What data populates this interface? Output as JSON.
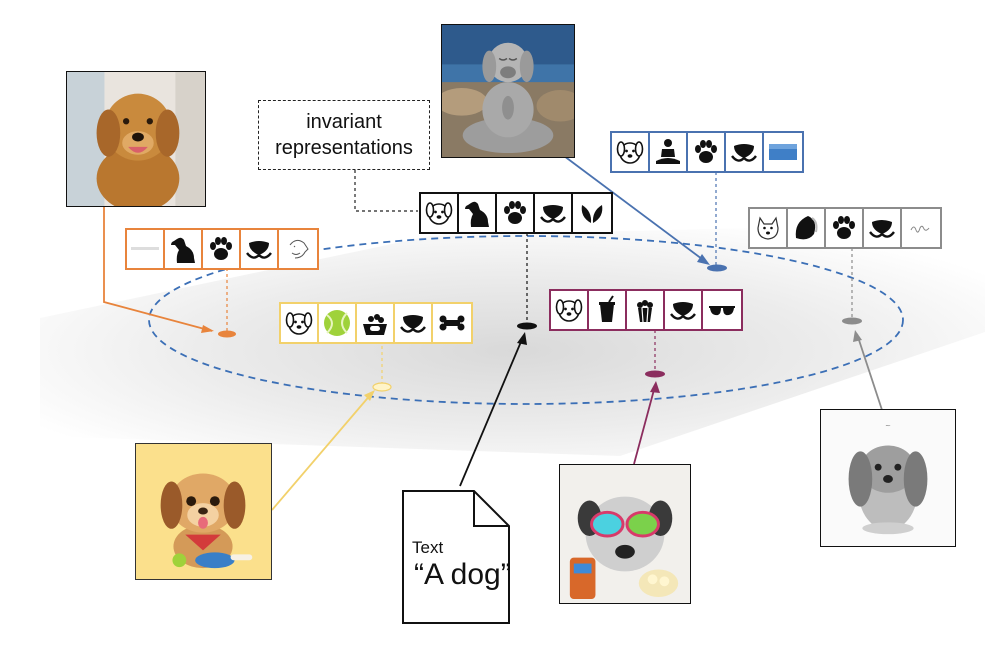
{
  "label": {
    "line1": "invariant",
    "line2": "representations"
  },
  "text_document": {
    "line1": "Text",
    "line2": "“A dog”"
  },
  "colors": {
    "orange": "#e8843c",
    "yellow": "#f2d16b",
    "black": "#111111",
    "blue": "#4a72b0",
    "purple": "#8b2d5e",
    "gray": "#8c8c8c",
    "ellipse_dash": "#3b6fb6"
  },
  "strips": [
    {
      "name": "orange",
      "icons": [
        "blank-icon",
        "sitting-dog-silhouette-icon",
        "paw-icon",
        "dog-nose-icon",
        "dog-sketch-icon"
      ]
    },
    {
      "name": "yellow",
      "icons": [
        "dog-face-icon",
        "tennis-ball-icon",
        "dog-bowl-icon",
        "dog-nose-icon",
        "bone-icon"
      ]
    },
    {
      "name": "black",
      "icons": [
        "dog-face-icon",
        "sitting-dog-silhouette-icon",
        "paw-icon",
        "dog-nose-icon",
        "leaves-icon"
      ]
    },
    {
      "name": "blue",
      "icons": [
        "dog-face-icon",
        "meditating-person-icon",
        "paw-icon",
        "dog-nose-icon",
        "sea-icon"
      ]
    },
    {
      "name": "purple",
      "icons": [
        "dog-face-icon",
        "drink-cup-icon",
        "popcorn-icon",
        "dog-nose-icon",
        "sunglasses-icon"
      ]
    },
    {
      "name": "gray",
      "icons": [
        "yorkie-face-icon",
        "pencil-stroke-icon",
        "paw-icon",
        "dog-nose-icon",
        "signature-icon"
      ]
    }
  ],
  "images": [
    {
      "name": "golden-retriever-photo"
    },
    {
      "name": "meditating-dog-statue-photo"
    },
    {
      "name": "cartoon-puppy-illustration"
    },
    {
      "name": "dog-with-sunglasses-painting"
    },
    {
      "name": "pencil-sketch-dog-drawing"
    }
  ]
}
